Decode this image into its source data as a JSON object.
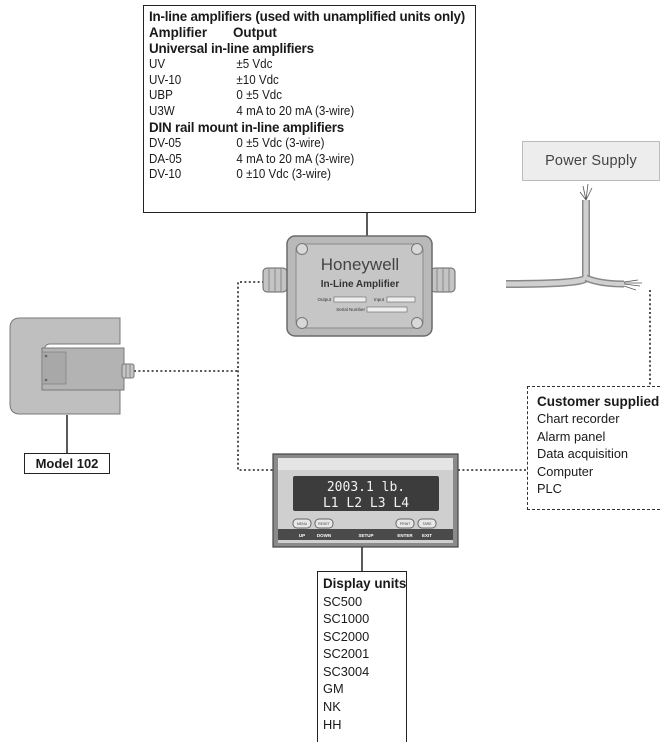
{
  "amplifiers": {
    "title": "In-line amplifiers (used with unamplified units only)",
    "col_amplifier": "Amplifier",
    "col_output": "Output",
    "universal_heading": "Universal in-line amplifiers",
    "universal": [
      {
        "model": "UV",
        "output": "±5 Vdc"
      },
      {
        "model": "UV-10",
        "output": "±10 Vdc"
      },
      {
        "model": "UBP",
        "output": "0 ±5 Vdc"
      },
      {
        "model": "U3W",
        "output": "4 mA to 20 mA (3-wire)"
      }
    ],
    "din_heading": "DIN rail mount in-line amplifiers",
    "din": [
      {
        "model": "DV-05",
        "output": "0 ±5 Vdc (3-wire)"
      },
      {
        "model": "DA-05",
        "output": "4 mA to 20 mA (3-wire)"
      },
      {
        "model": "DV-10",
        "output": "0 ±10 Vdc (3-wire)"
      }
    ]
  },
  "amplifier_device": {
    "brand": "Honeywell",
    "name": "In-Line Amplifier",
    "output_label": "Output",
    "input_label": "Input",
    "serial_label": "Serial Number"
  },
  "power_supply": {
    "label": "Power Supply"
  },
  "customer": {
    "title": "Customer supplied",
    "items": [
      "Chart recorder",
      "Alarm panel",
      "Data acquisition",
      "Computer",
      "PLC"
    ]
  },
  "load_cell": {
    "label": "Model 102"
  },
  "display": {
    "line1": "2003.1 lb.",
    "line2": "L1 L2 L3 L4",
    "buttons": [
      "MENU",
      "RESET",
      "PRINT",
      "TARE"
    ],
    "button_labels": [
      "UP",
      "DOWN",
      "SETUP",
      "ENTER",
      "EXIT"
    ]
  },
  "display_units": {
    "title": "Display units",
    "items": [
      "SC500",
      "SC1000",
      "SC2000",
      "SC2001",
      "SC3004",
      "GM",
      "NK",
      "HH"
    ]
  },
  "colors": {
    "device_gray": "#9a9a9a",
    "lcd": "#3c3c3c",
    "line": "#222222"
  }
}
